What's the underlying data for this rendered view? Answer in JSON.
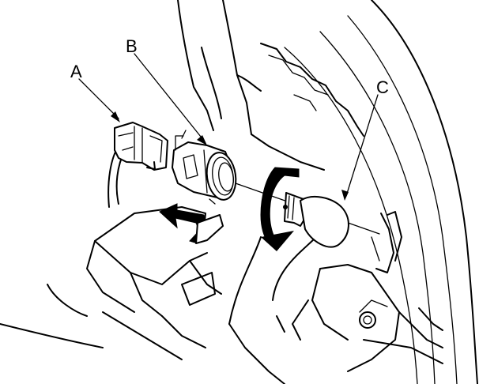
{
  "labels": {
    "a": "A",
    "b": "B",
    "c": "C"
  },
  "colors": {
    "line": "#000000",
    "background": "#ffffff",
    "arrow_fill": "#000000"
  }
}
